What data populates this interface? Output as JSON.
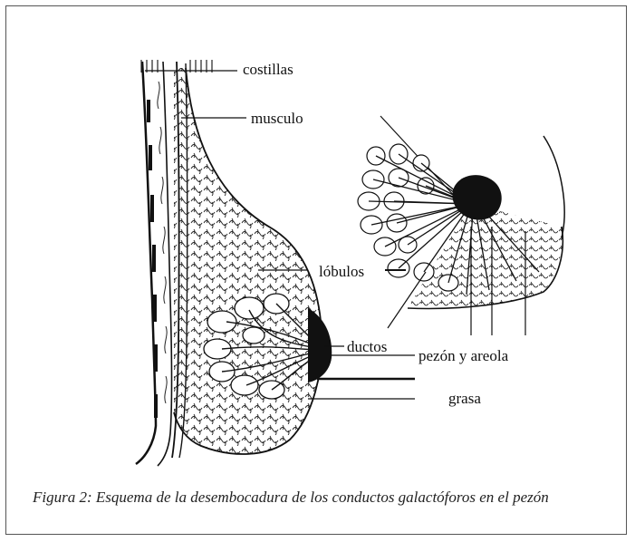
{
  "labels": {
    "ribs": "costillas",
    "muscle": "musculo",
    "lobules": "lóbulos",
    "ducts": "ductos",
    "nipple_areola": "pezón y areola",
    "fat": "grasa"
  },
  "caption": "Figura 2: Esquema de la desembocadura de los conductos galactóforos en el pezón"
}
